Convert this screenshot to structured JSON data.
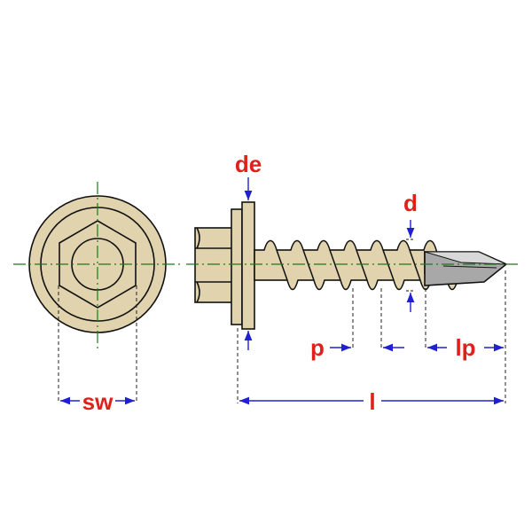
{
  "labels": {
    "sw": "sw",
    "de": "de",
    "d": "d",
    "p": "p",
    "lp": "lp",
    "l": "l"
  },
  "colors": {
    "body": "#e0d3ad",
    "outline": "#111111",
    "label": "#e0201a",
    "dimension": "#2020d0",
    "centerline": "#1a7a1a",
    "drill_tip": "#a8a8a8"
  },
  "icons": {
    "front_view": "hex-head-washer-front-icon",
    "side_view": "self-drilling-screw-side-icon"
  }
}
